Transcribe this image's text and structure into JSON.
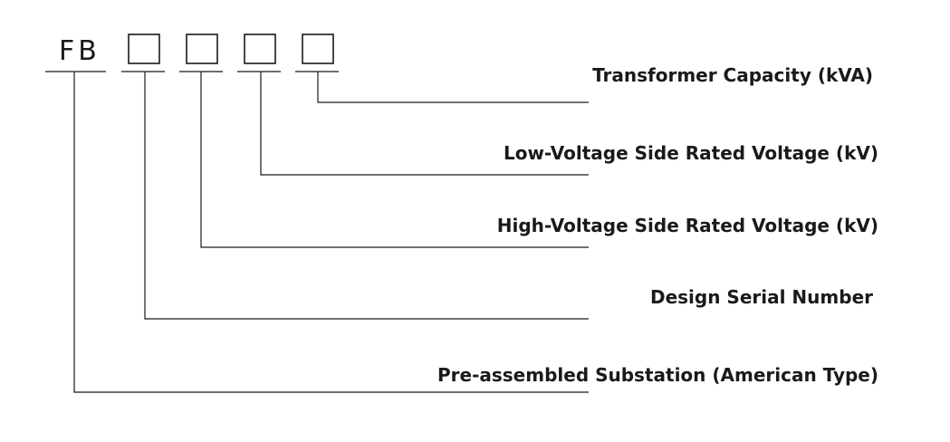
{
  "model_code": {
    "prefix": "FB",
    "placeholder_count": 4
  },
  "labels": [
    "Transformer Capacity (kVA)",
    "Low-Voltage Side Rated Voltage (kV)",
    "High-Voltage Side Rated Voltage (kV)",
    "Design Serial Number",
    "Pre-assembled Substation (American Type)"
  ],
  "colors": {
    "ink": "#1a1a1a",
    "background": "#ffffff"
  }
}
